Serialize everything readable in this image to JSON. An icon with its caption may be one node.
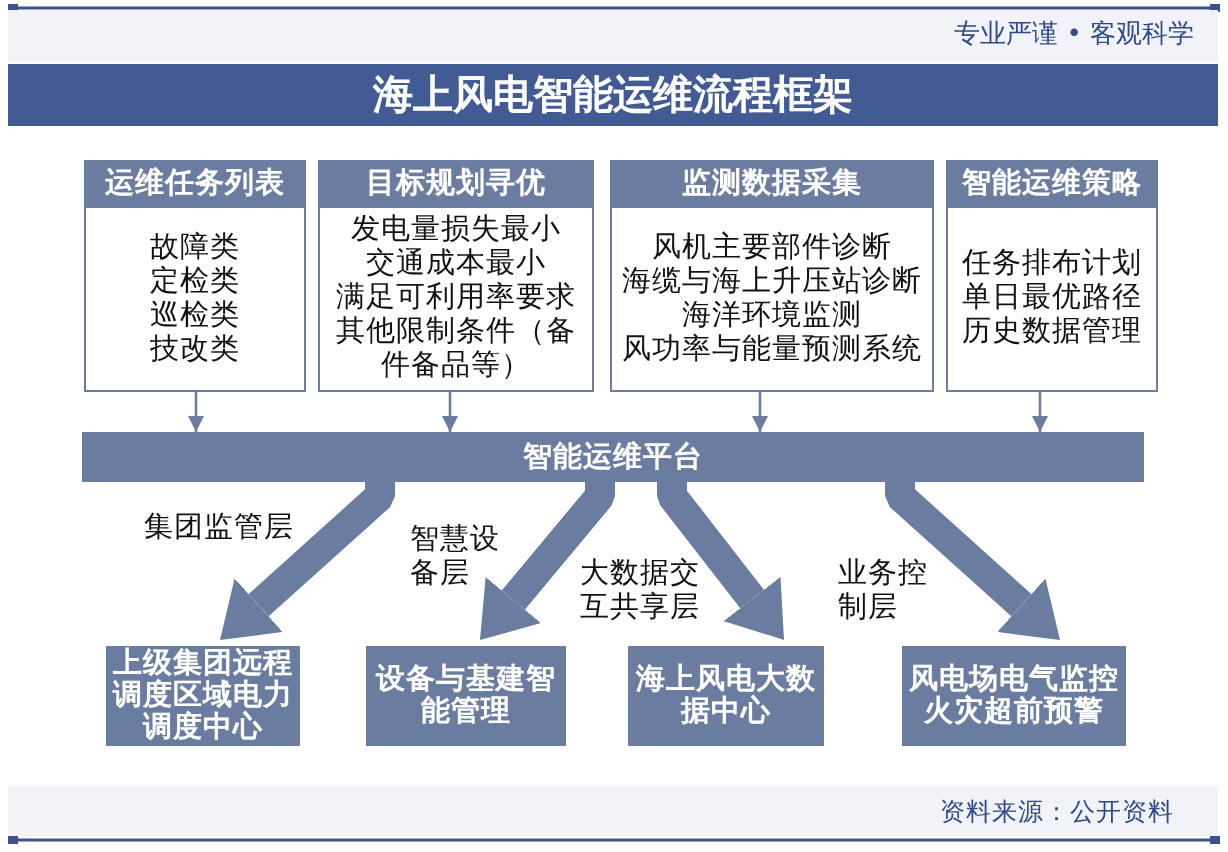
{
  "diagram": {
    "title": "海上风电智能运维流程框架",
    "nodes": [
      {
        "text": [
          "运维任务列表",
          "故障类",
          "定检类",
          "巡检类",
          "技改类"
        ]
      },
      {
        "text": [
          "目标规划寻优",
          "发电量损失最小",
          "交通成本最小",
          "满足可利用率要求",
          "其他限制条件（备件备品等）"
        ]
      },
      {
        "text": [
          "监测数据采集",
          "风机主要部件诊断",
          "海缆与海上升压站诊断",
          "海洋环境监测",
          "风功率与能量预测系统"
        ]
      },
      {
        "text": [
          "智能运维策略",
          "任务排布计划",
          "单日最优路径",
          "历史数据管理"
        ]
      },
      {
        "text": [
          "智能运维平台"
        ]
      },
      {
        "text": [
          "上级集团远程调度区域电力调度中心"
        ]
      },
      {
        "text": [
          "设备与基建智能管理"
        ]
      },
      {
        "text": [
          "海上风电大数据中心"
        ]
      },
      {
        "text": [
          "风电场电气监控火灾超前预警"
        ]
      }
    ],
    "edges": [
      {
        "from": 0,
        "to": 4,
        "arrow": "to"
      },
      {
        "from": 1,
        "to": 4,
        "arrow": "to"
      },
      {
        "from": 2,
        "to": 4,
        "arrow": "to"
      },
      {
        "from": 3,
        "to": 4,
        "arrow": "to"
      },
      {
        "from": 4,
        "to": 5,
        "arrow": "to",
        "label": "集团监管层",
        "style": "thick"
      },
      {
        "from": 4,
        "to": 6,
        "arrow": "to",
        "label": "智慧设备层",
        "style": "thick"
      },
      {
        "from": 4,
        "to": 7,
        "arrow": "to",
        "label": "大数据交互共享层",
        "style": "thick"
      },
      {
        "from": 4,
        "to": 8,
        "arrow": "to",
        "label": "业务控制层",
        "style": "thick"
      }
    ],
    "labels": [
      "专业严谨 • 客观科学",
      "资料来源：公开资料"
    ]
  }
}
